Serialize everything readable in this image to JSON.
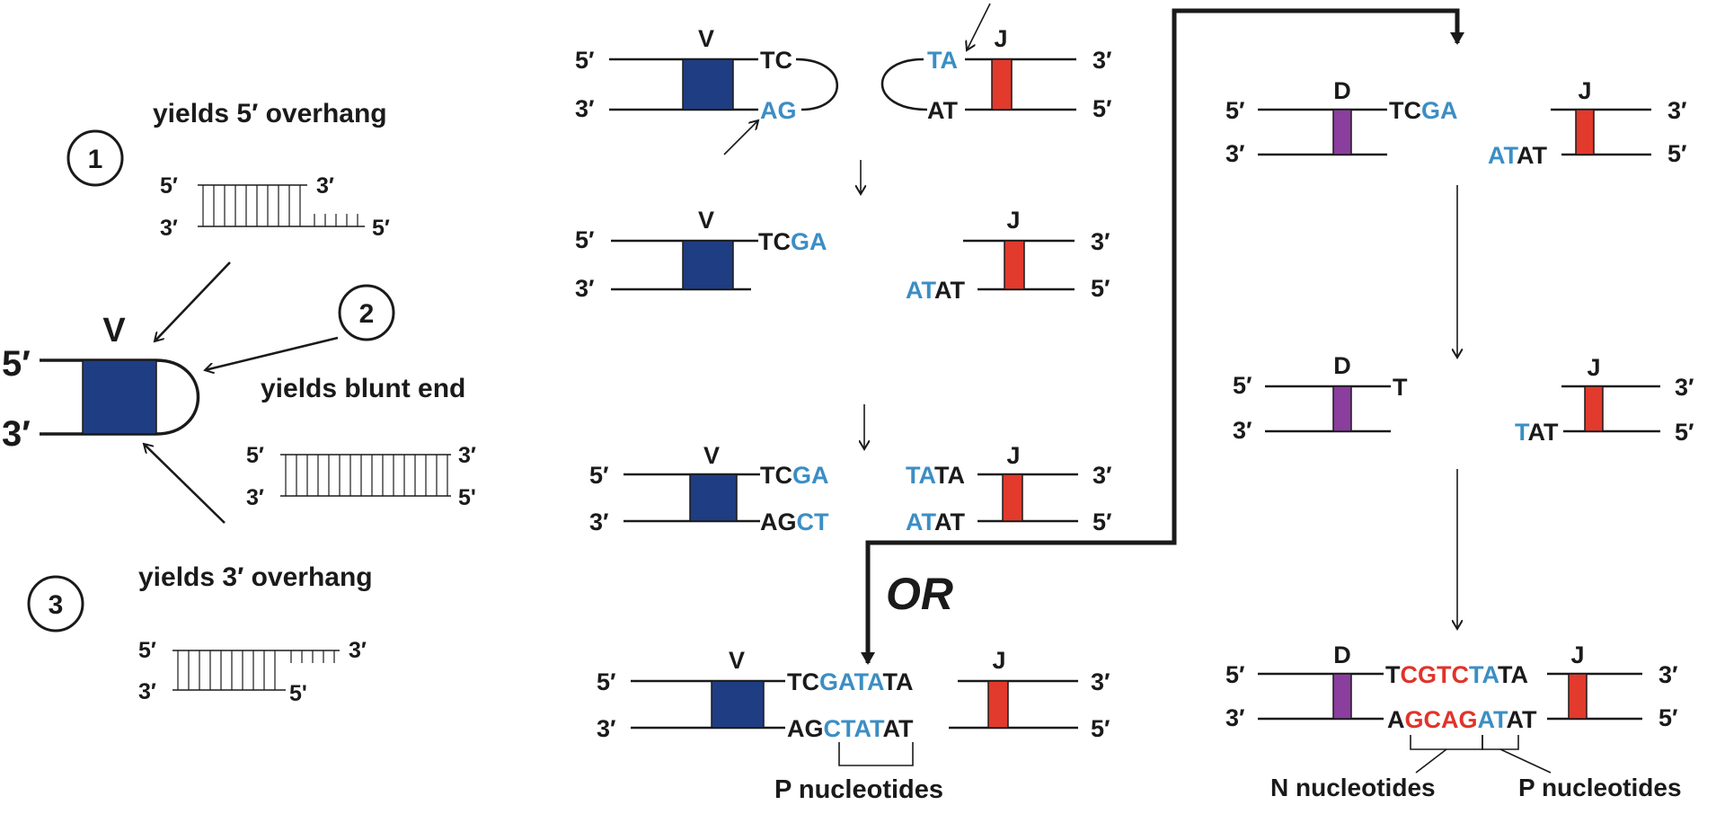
{
  "labels": {
    "five_prime": "5′",
    "three_prime": "3′",
    "five_prime_alt": "5'",
    "V": "V",
    "J": "J",
    "D": "D"
  },
  "left_panel": {
    "option1": {
      "number": "1",
      "caption": "yields 5′ overhang"
    },
    "option2": {
      "number": "2",
      "caption": "yields blunt end"
    },
    "option3": {
      "number": "3",
      "caption": "yields 3′ overhang"
    }
  },
  "sequences": {
    "hairpin_v_top": "TC",
    "hairpin_v_bottom": "AG",
    "hairpin_j_top": "TA",
    "hairpin_j_bottom": "AT",
    "v_open_top_black": "TC",
    "v_open_top_blue": "GA",
    "j_open_bottom_blue": "AT",
    "j_open_bottom_black": "AT",
    "v_filled_top_black": "TC",
    "v_filled_top_blue": "GA",
    "v_filled_bottom_black": "AG",
    "v_filled_bottom_blue": "CT",
    "j_filled_top_blue": "TA",
    "j_filled_top_black": "TA",
    "j_filled_bottom_blue": "AT",
    "j_filled_bottom_black": "AT",
    "joined_top_black1": "TC",
    "joined_top_blue": "GATA",
    "joined_top_black2": "TA",
    "joined_bottom_black1": "AG",
    "joined_bottom_blue": "CTAT",
    "joined_bottom_black2": "AT",
    "d_open_top_black": "TC",
    "d_open_top_blue": "GA",
    "dj_open_bottom_blue": "AT",
    "dj_open_bottom_black": "AT",
    "d_trim_top": "T",
    "dj_trim_bottom_blue": "T",
    "dj_trim_bottom_black": "AT",
    "dj_top_t": "T",
    "dj_top_red": "CGTC",
    "dj_top_blue": "TA",
    "dj_top_black": "TA",
    "dj_bottom_a": "A",
    "dj_bottom_red": "GCAG",
    "dj_bottom_blue": "AT",
    "dj_bottom_black": "AT"
  },
  "or_label": "OR",
  "p_nucleotides": "P nucleotides",
  "n_nucleotides": "N nucleotides",
  "colors": {
    "v_segment": "#1f3d82",
    "j_segment": "#e23a2c",
    "d_segment": "#8a3e9e",
    "p_nucleotide_text": "#3b8ec4",
    "n_nucleotide_text": "#e0332a"
  }
}
